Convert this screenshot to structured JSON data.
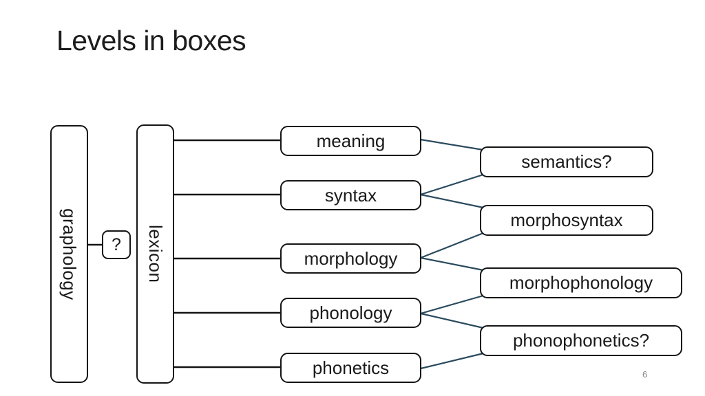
{
  "slide": {
    "title": "Levels in boxes",
    "page_number": "6",
    "background_color": "#ffffff"
  },
  "colors": {
    "box_border": "#141414",
    "box_text": "#1a1a1a",
    "connector_black": "#141414",
    "connector_slate": "#2a4a5e",
    "title_text": "#1c1c1c",
    "page_number_text": "#898989"
  },
  "diagram": {
    "graphology_label": "graphology",
    "question_label": "?",
    "lexicon_label": "lexicon",
    "levels": [
      "meaning",
      "syntax",
      "morphology",
      "phonology",
      "phonetics"
    ],
    "interfaces": [
      "semantics?",
      "morphosyntax",
      "morphophonology",
      "phonophonetics?"
    ],
    "connections": [
      {
        "from": "graphology",
        "to": "?"
      },
      {
        "from": "lexicon",
        "to": "meaning"
      },
      {
        "from": "lexicon",
        "to": "syntax"
      },
      {
        "from": "lexicon",
        "to": "morphology"
      },
      {
        "from": "lexicon",
        "to": "phonology"
      },
      {
        "from": "lexicon",
        "to": "phonetics"
      },
      {
        "from": "meaning",
        "to": "semantics?"
      },
      {
        "from": "syntax",
        "to": "semantics?"
      },
      {
        "from": "syntax",
        "to": "morphosyntax"
      },
      {
        "from": "morphology",
        "to": "morphosyntax"
      },
      {
        "from": "morphology",
        "to": "morphophonology"
      },
      {
        "from": "phonology",
        "to": "morphophonology"
      },
      {
        "from": "phonology",
        "to": "phonophonetics?"
      },
      {
        "from": "phonetics",
        "to": "phonophonetics?"
      }
    ]
  }
}
